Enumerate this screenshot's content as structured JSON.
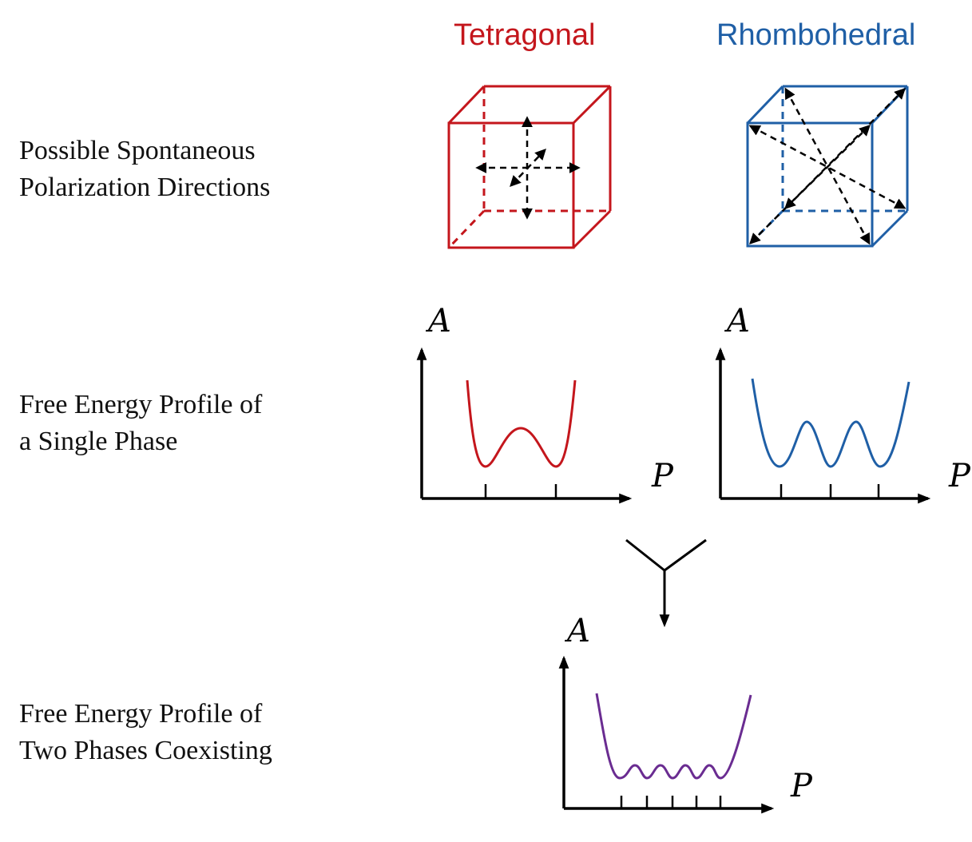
{
  "rows": {
    "row1": {
      "line1": "Possible  Spontaneous",
      "line2": "Polarization  Directions"
    },
    "row2": {
      "line1": "Free  Energy  Profile  of",
      "line2": "a  Single  Phase"
    },
    "row3": {
      "line1": "Free  Energy  Profile  of",
      "line2": "Two  Phases  Coexisting"
    }
  },
  "phases": {
    "tetragonal": {
      "title": "Tetragonal",
      "color": "#c4161c"
    },
    "rhombohedral": {
      "title": "Rhombohedral",
      "color": "#1f5fa6"
    },
    "coexisting": {
      "color": "#6a2c91"
    }
  },
  "axes": {
    "y_letter": "A",
    "x_letter": "P"
  }
}
